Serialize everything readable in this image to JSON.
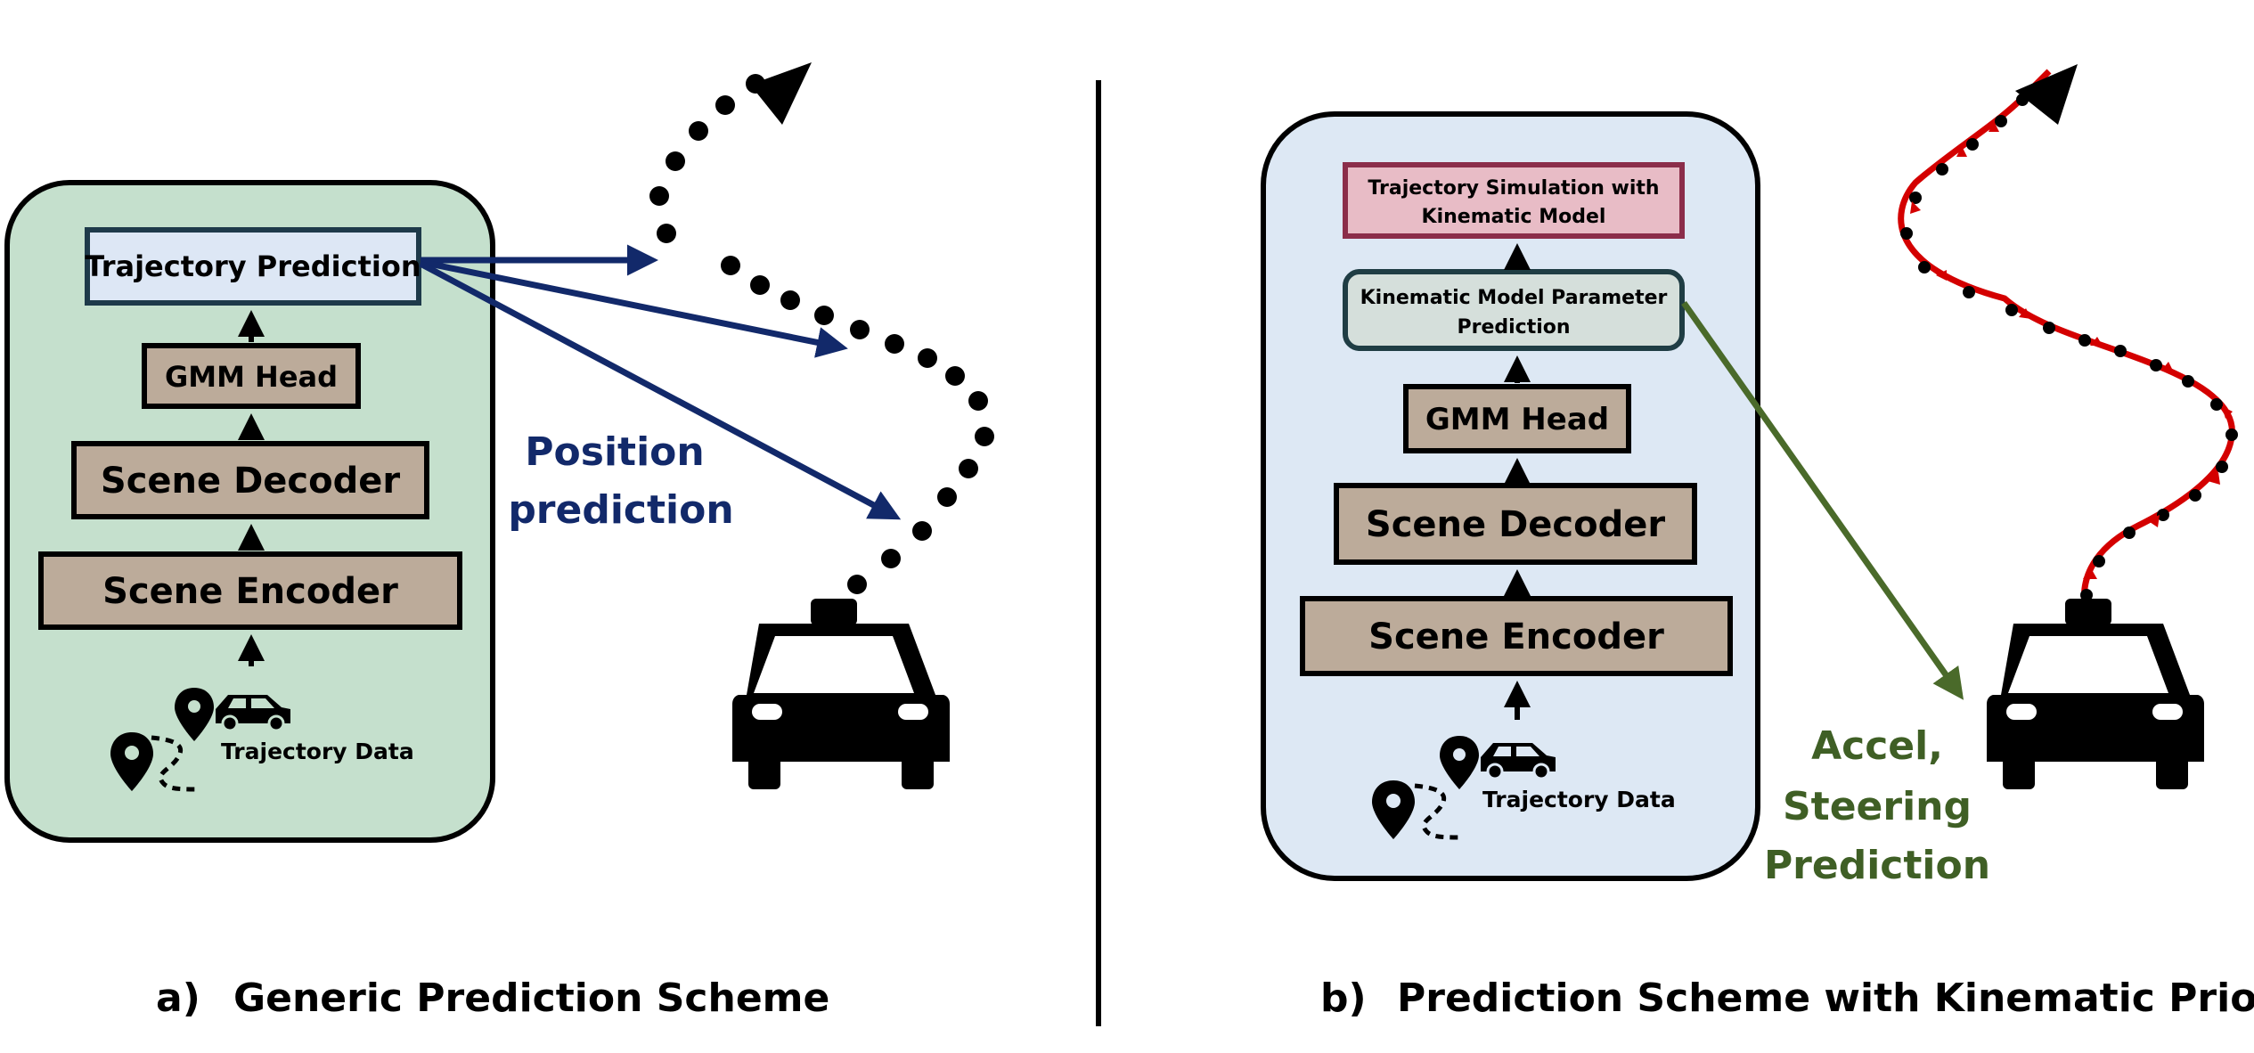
{
  "panel_a": {
    "caption_letter": "a)",
    "caption_text": "Generic Prediction Scheme",
    "box_trajectory_prediction": "Trajectory Prediction",
    "box_gmm_head": "GMM Head",
    "box_scene_decoder": "Scene Decoder",
    "box_scene_encoder": "Scene Encoder",
    "input_label": "Trajectory Data",
    "output_label_line1": "Position",
    "output_label_line2": "prediction"
  },
  "panel_b": {
    "caption_letter": "b)",
    "caption_text": "Prediction Scheme with Kinematic Prior",
    "box_simulation_line1": "Trajectory Simulation with",
    "box_simulation_line2": "Kinematic Model",
    "box_param_line1": "Kinematic Model Parameter",
    "box_param_line2": "Prediction",
    "box_gmm_head": "GMM Head",
    "box_scene_decoder": "Scene Decoder",
    "box_scene_encoder": "Scene Encoder",
    "input_label": "Trajectory Data",
    "output_label_line1": "Accel,",
    "output_label_line2": "Steering",
    "output_label_line3": "Prediction"
  },
  "colors": {
    "panel_a_bg": "#c5e0cd",
    "panel_b_bg": "#dde8f4",
    "box_brown": "#bcab9a",
    "traj_pred_box": "#dde7f5",
    "sim_box": "#e8bcc6",
    "sim_box_border": "#8b2d4a",
    "param_box": "#d5dfdb",
    "param_box_border": "#1f3d44",
    "navy": "#12296a",
    "green_text": "#3f5f25",
    "green_arrow": "#4a6a2a",
    "red_arrow": "#d40000"
  }
}
